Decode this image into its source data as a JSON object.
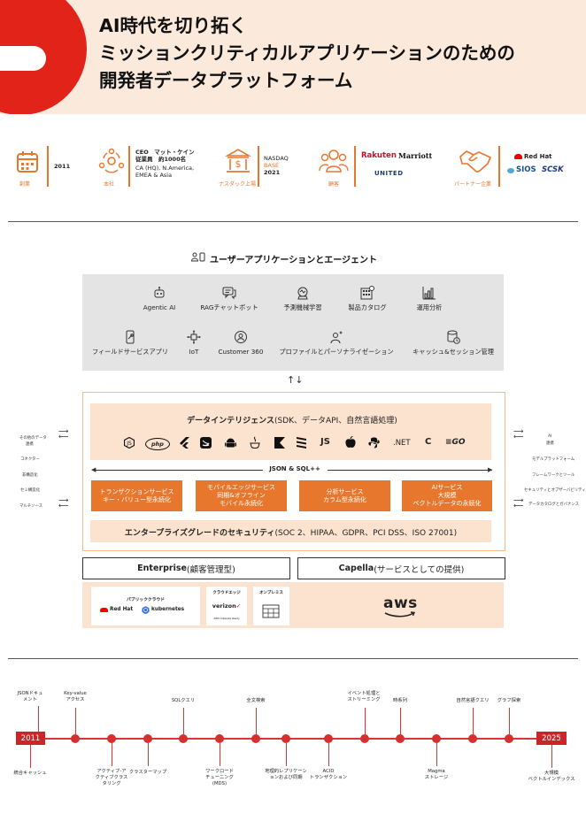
{
  "hero": {
    "title_lines": [
      "AI時代を切り拓く",
      "ミッションクリティカルアプリケーションのための",
      "開発者データプラットフォーム"
    ]
  },
  "facts": {
    "founded": {
      "caption": "創業",
      "value": "2011"
    },
    "hq": {
      "caption": "本社",
      "ceo": "CEO　マット・ケイン",
      "employees": "従業員　約1000名",
      "locations": "CA (HQ), N.America,",
      "regions": "EMEA & Asia"
    },
    "nasdaq": {
      "caption": "ナスダック上場",
      "line1": "NASDAQ",
      "ticker": "BASE",
      "year": "2021"
    },
    "customers": {
      "caption": "顧客",
      "logos": [
        "Rakuten",
        "Marriott",
        "UNITED"
      ]
    },
    "partners": {
      "caption": "パートナー企業",
      "logos": [
        "Red Hat",
        "SIOS",
        "SCSK"
      ]
    }
  },
  "apps": {
    "title": "ユーザーアプリケーションとエージェント",
    "row1": [
      "Agentic AI",
      "RAGチャットボット",
      "予測機械学習",
      "製品カタログ",
      "運用分析"
    ],
    "row2": [
      "フィールドサービスアプリ",
      "IoT",
      "Customer 360",
      "プロファイルとパーソナライゼーション",
      "キャッシュ&セッション管理"
    ],
    "arrows": "↑↓"
  },
  "platform": {
    "data_intel": "データインテリジェンス",
    "data_intel_sub": "(SDK、データAPI、自然言語処理)",
    "sdk_labels": [
      "php",
      "JS",
      ".NET",
      "C",
      "GO"
    ],
    "json_label": "JSON & SQL++",
    "services": [
      {
        "l1": "トランザクションサービス",
        "l2": "キー・バリュー型永続化"
      },
      {
        "l1": "モバイルエッジサービス",
        "l2": "同期&オフライン",
        "l3": "モバイル永続化"
      },
      {
        "l1": "分析サービス",
        "l2": "カラム型永続化"
      },
      {
        "l1": "AIサービス",
        "l2": "大規模",
        "l3": "ベクトルデータの永続化"
      }
    ],
    "security": "エンタープライズグレードのセキュリティ",
    "security_sub": "(SOC 2、HIPAA、GDPR、PCI DSS、ISO 27001)",
    "left_side": [
      "その他のデータ",
      "連携",
      "コネクター",
      "非構造化",
      "セミ構造化",
      "マルチソース"
    ],
    "right_side": [
      "AI",
      "連携",
      "モデルプラットフォーム",
      "フレームワークとツール",
      "セキュリティとオブザーバビリティ",
      "データカタログとガバナンス"
    ]
  },
  "deploy": {
    "enterprise": "Enterprise",
    "enterprise_sub": "(顧客管理型)",
    "capella": "Capella",
    "capella_sub": "(サービスとしての提供)",
    "public_cloud": "パブリッククラウド",
    "redhat": "Red Hat",
    "kubernetes": "kubernetes",
    "cloud_edge": "クラウドエッジ",
    "verizon": "verizon",
    "verizon_sub": "AWS Outposts Ready",
    "on_prem": "オンプレミス",
    "aws": "aws"
  },
  "timeline": {
    "start": "2011",
    "end": "2025",
    "top": [
      {
        "l1": "JSONドキュ",
        "l2": "メント"
      },
      {
        "l1": "Key-value",
        "l2": "アクセス"
      },
      {
        "l1": "SQLクエリ",
        "l2": ""
      },
      {
        "l1": "全文検索",
        "l2": ""
      },
      {
        "l1": "イベント処理と",
        "l2": "ストリーミング"
      },
      {
        "l1": "時系列",
        "l2": ""
      },
      {
        "l1": "自然言語クエリ",
        "l2": ""
      },
      {
        "l1": "グラフ探索",
        "l2": ""
      }
    ],
    "bottom": [
      {
        "l1": "統合キャッシュ",
        "l2": "",
        "l3": ""
      },
      {
        "l1": "アクティブ-ア",
        "l2": "クティブクラス",
        "l3": "タリング"
      },
      {
        "l1": "クラスターマップ",
        "l2": "",
        "l3": ""
      },
      {
        "l1": "ワークロード",
        "l2": "チューニング",
        "l3": "(MDS)"
      },
      {
        "l1": "地理的レプリケーシ",
        "l2": "ョンおよび同期",
        "l3": ""
      },
      {
        "l1": "ACID",
        "l2": "トランザクション",
        "l3": ""
      },
      {
        "l1": "Magma",
        "l2": "ストレージ",
        "l3": ""
      },
      {
        "l1": "大規模",
        "l2": "ベクトルインデックス",
        "l3": ""
      }
    ]
  }
}
